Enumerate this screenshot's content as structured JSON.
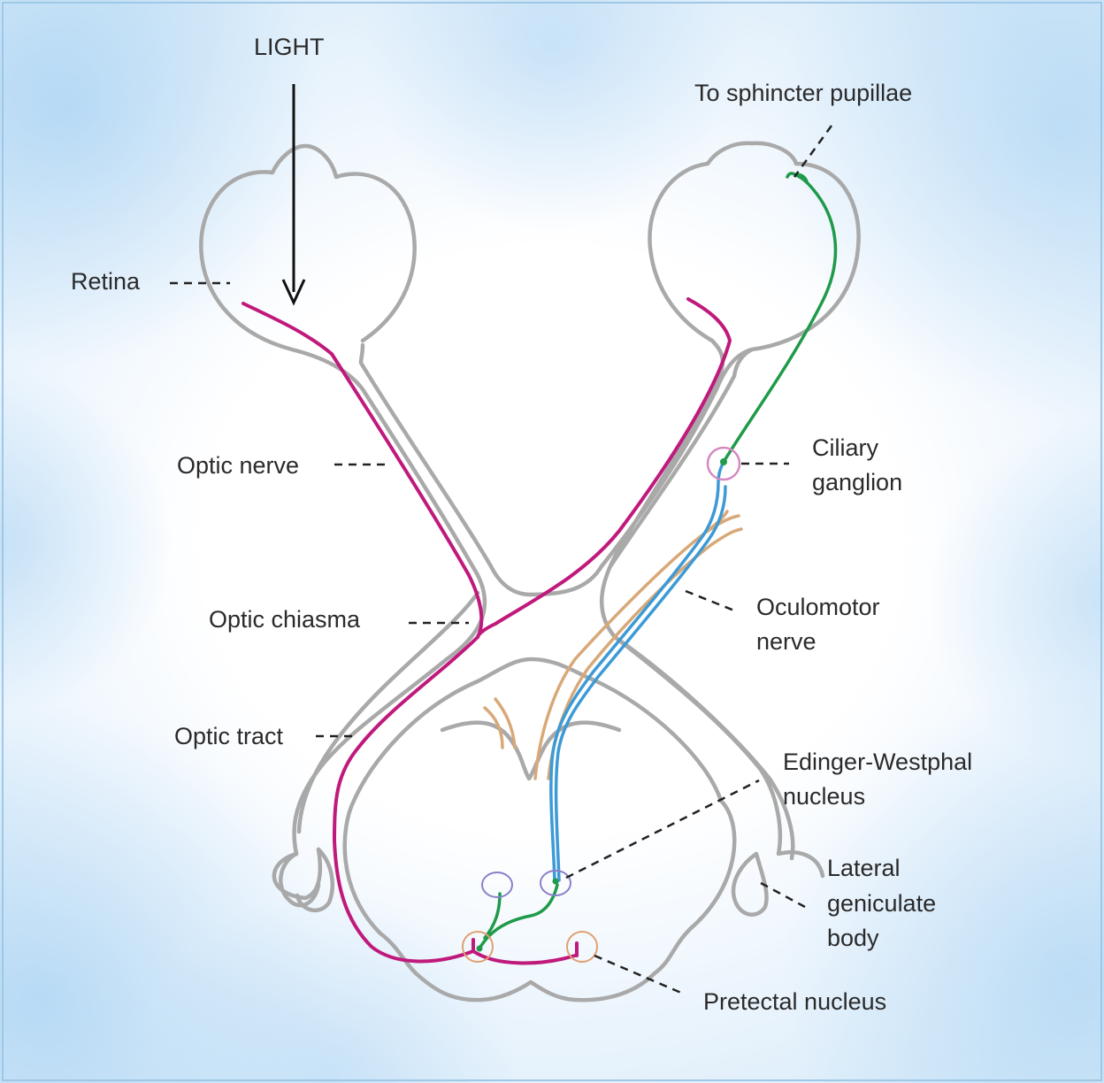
{
  "labels": {
    "light": "LIGHT",
    "sphincter": "To sphincter pupillae",
    "retina": "Retina",
    "optic_nerve": "Optic nerve",
    "ciliary_line1": "Ciliary",
    "ciliary_line2": "ganglion",
    "optic_chiasma": "Optic chiasma",
    "oculomotor_line1": "Oculomotor",
    "oculomotor_line2": "nerve",
    "optic_tract": "Optic tract",
    "ew_line1": "Edinger-Westphal",
    "ew_line2": "nucleus",
    "lgb_line1": "Lateral",
    "lgb_line2": "geniculate",
    "lgb_line3": "body",
    "pretectal": "Pretectal nucleus"
  },
  "colors": {
    "outline": "#a9a9a9",
    "optic_pathway": "#c0197c",
    "postganglionic": "#1f9a4a",
    "preganglionic": "#3c9ad6",
    "oculomotor": "#d8a878",
    "pretectal_ring": "#e0a070",
    "ew_ring": "#8a80c8",
    "ciliary_ring": "#d48ac0",
    "arrow": "#111111",
    "leader": "#222222"
  }
}
